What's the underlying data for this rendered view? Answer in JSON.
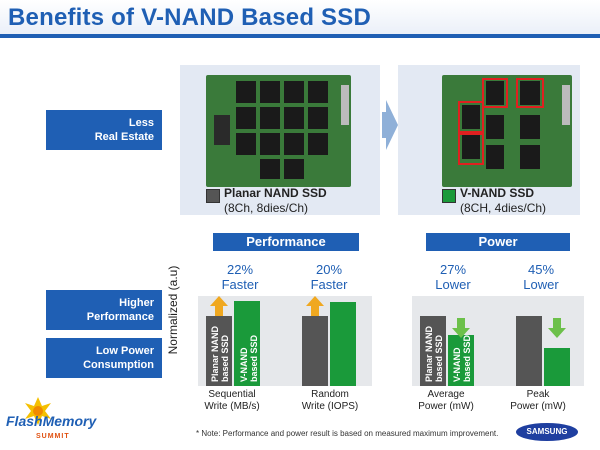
{
  "title": "Benefits of V-NAND Based SSD",
  "rows": {
    "real_estate": [
      "Less",
      "Real Estate"
    ],
    "performance": [
      "Higher",
      "Performance"
    ],
    "power": [
      "Low Power",
      "Consumption"
    ]
  },
  "ssds": {
    "planar": {
      "name": "Planar NAND SSD",
      "config": "(8Ch, 8dies/Ch)",
      "color": "#555555"
    },
    "vnand": {
      "name": "V-NAND SSD",
      "config": "(8CH, 4dies/Ch)",
      "color": "#1a9a3a"
    }
  },
  "categories": {
    "performance": "Performance",
    "power": "Power"
  },
  "ylabel": "Normalized (a.u)",
  "chart_data": [
    {
      "type": "bar",
      "group": "Performance",
      "categories": [
        "Sequential Write (MB/s)",
        "Random Write (IOPS)"
      ],
      "series": [
        {
          "name": "Planar NAND based SSD",
          "values": [
            1.0,
            1.0
          ]
        },
        {
          "name": "V-NAND based SSD",
          "values": [
            1.22,
            1.2
          ]
        }
      ],
      "annotations": [
        "22% Faster",
        "20% Faster"
      ]
    },
    {
      "type": "bar",
      "group": "Power",
      "categories": [
        "Average Power (mW)",
        "Peak Power (mW)"
      ],
      "series": [
        {
          "name": "Planar NAND based SSD",
          "values": [
            1.0,
            1.0
          ]
        },
        {
          "name": "V-NAND based SSD",
          "values": [
            0.73,
            0.55
          ]
        }
      ],
      "annotations": [
        "27% Lower",
        "45% Lower"
      ]
    }
  ],
  "labels": {
    "pct": [
      "22%",
      "Faster",
      "20%",
      "Faster",
      "27%",
      "Lower",
      "45%",
      "Lower"
    ],
    "x": [
      "Sequential",
      "Write (MB/s)",
      "Random",
      "Write (IOPS)",
      "Average",
      "Power (mW)",
      "Peak",
      "Power (mW)"
    ],
    "bar_planar": [
      "Planar NAND",
      "based SSD"
    ],
    "bar_vnand": [
      "V-NAND",
      "based SSD"
    ]
  },
  "note": "* Note:  Performance and power result is based on measured maximum improvement.",
  "logos": {
    "fms_1": "FlashMemory",
    "fms_2": "SUMMIT",
    "samsung": "SAMSUNG"
  },
  "colors": {
    "accent": "#1f5fb4",
    "planar": "#555555",
    "vnand": "#1a9a3a",
    "up_arrow": "#f0a820",
    "down_arrow": "#6cc04a"
  }
}
